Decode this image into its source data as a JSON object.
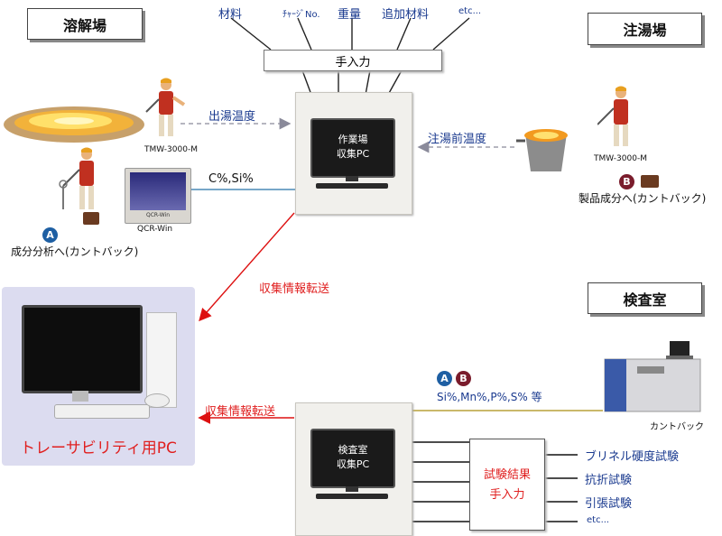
{
  "labels": {
    "melting": "溶解場",
    "pouring": "注湯場",
    "inspection": "検査室"
  },
  "inputs": {
    "items": [
      "材料",
      "ﾁｬｰｼﾞNo.",
      "重量",
      "追加材料",
      "etc..."
    ],
    "manual_bar": "手入力"
  },
  "melting": {
    "tap_temp": "出湯温度",
    "tmw_left": "TMW-3000-M",
    "cs_label": "C%,Si%",
    "qcr_screen": "QCR-Win",
    "qcr_label": "QCR-Win",
    "to_analysis": "成分分析へ(カントバック)",
    "badge_a": "A"
  },
  "pouring": {
    "pre_temp": "注湯前温度",
    "tmw_right": "TMW-3000-M",
    "badge_b": "B",
    "to_product": "製品成分へ(カントバック)"
  },
  "work_pc": {
    "line1": "作業場",
    "line2": "収集PC"
  },
  "transfer": {
    "upper": "収集情報転送",
    "lower": "収集情報転送"
  },
  "trace_pc": {
    "label": "トレーサビリティ用PC"
  },
  "inspection": {
    "badge_a": "A",
    "badge_b": "B",
    "elements": "Si%,Mn%,P%,S% 等",
    "spectrometer": "カントバック",
    "pc_line1": "検査室",
    "pc_line2": "収集PC",
    "result_box": [
      "試験結果",
      "手入力"
    ],
    "tests": [
      "ブリネル硬度試験",
      "抗折試験",
      "引張試験",
      "etc..."
    ]
  },
  "colors": {
    "blue_text": "#1a3a8f",
    "red_text": "#e02020",
    "blue_line": "#4a8ab5",
    "olive_line": "#b8a038",
    "red_arrow": "#dd1010",
    "panel_bg": "#dcdcf0"
  }
}
